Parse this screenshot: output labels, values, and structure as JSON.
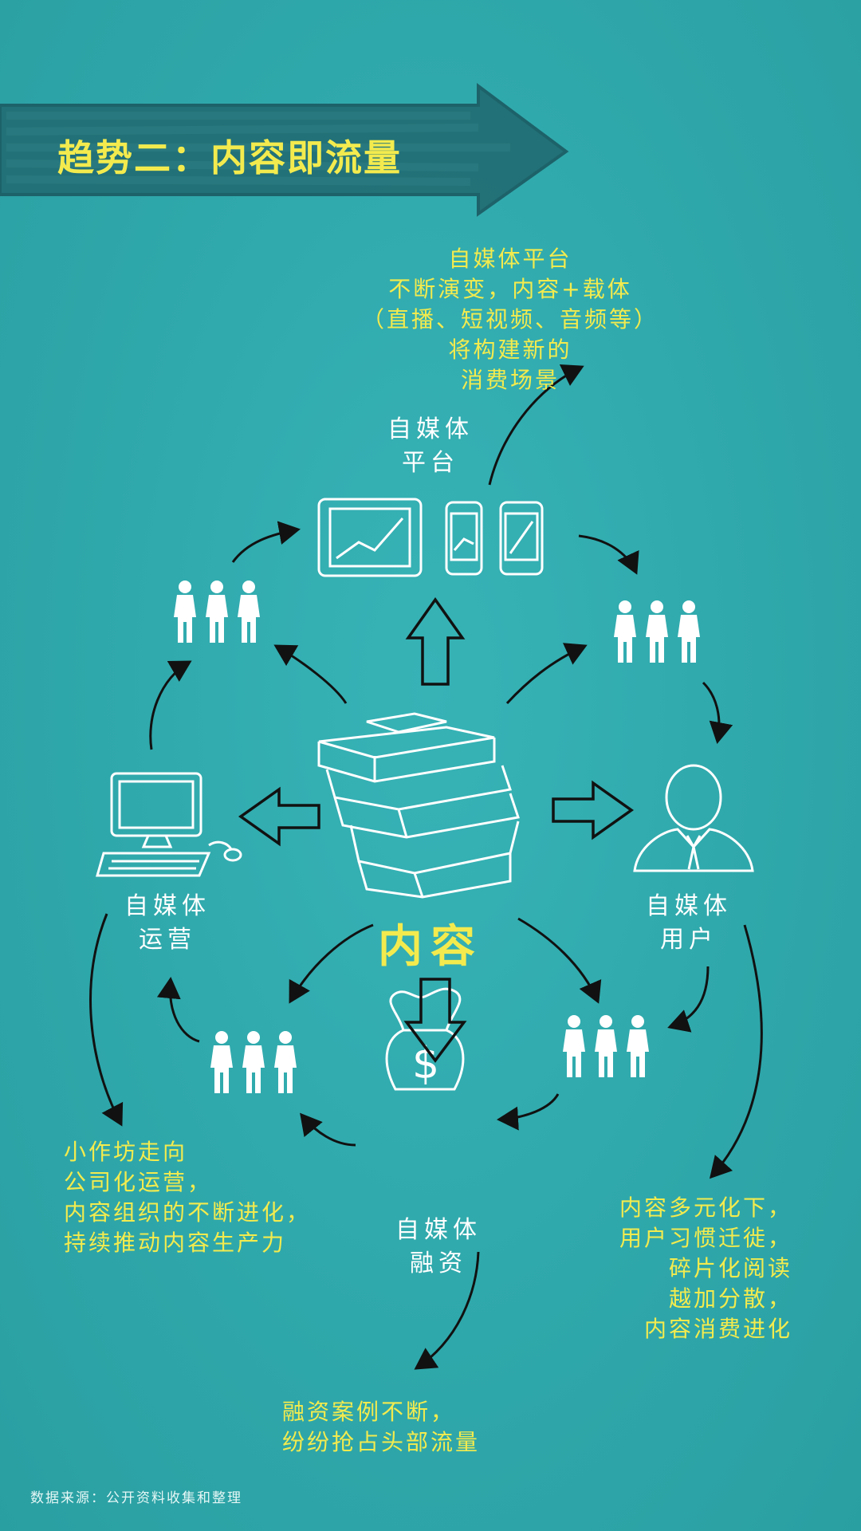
{
  "title": "趋势二：内容即流量",
  "center": "内容",
  "nodes": {
    "platform": [
      "自媒体",
      "平台"
    ],
    "user": [
      "自媒体",
      "用户"
    ],
    "finance": [
      "自媒体",
      "融资"
    ],
    "operation": [
      "自媒体",
      "运营"
    ]
  },
  "notes": {
    "platform": [
      "自媒体平台",
      "不断演变，内容+载体",
      "（直播、短视频、音频等）",
      "将构建新的",
      "消费场景"
    ],
    "operation": [
      "小作坊走向",
      "公司化运营，",
      "内容组织的不断进化，",
      "持续推动内容生产力"
    ],
    "user": [
      "内容多元化下，",
      "用户习惯迁徙，",
      "碎片化阅读",
      "越加分散，",
      "内容消费进化"
    ],
    "finance": [
      "融资案例不断，",
      "纷纷抢占头部流量"
    ]
  },
  "source": "数据来源：公开资料收集和整理",
  "colors": {
    "background": "#2fa8ab",
    "accent": "#f3eb4e",
    "line": "#ffffff",
    "arrow": "#111111"
  }
}
